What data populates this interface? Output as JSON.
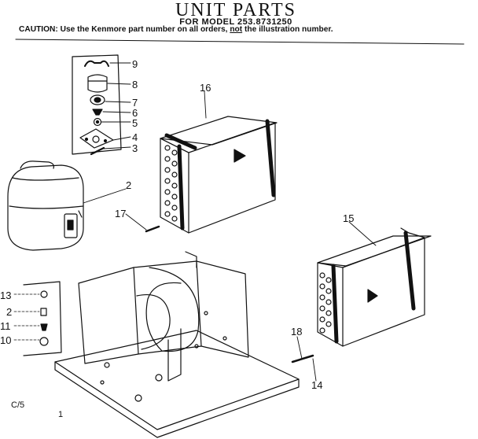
{
  "header": {
    "title": "UNIT PARTS",
    "subtitle": "FOR MODEL 253.8731250",
    "caution_prefix": "CAUTION: Use the Kenmore part number on all orders, ",
    "caution_emphasis": "not",
    "caution_suffix": " the illustration number."
  },
  "callouts": {
    "c9": "9",
    "c8": "8",
    "c7": "7",
    "c6": "6",
    "c5": "5",
    "c4": "4",
    "c3": "3",
    "c2": "2",
    "c16": "16",
    "c17": "17",
    "c15": "15",
    "c13": "13",
    "c12": "2",
    "c11": "11",
    "c10": "10",
    "c18": "18",
    "c14": "14"
  },
  "footer": {
    "code": "C/5",
    "mark": "1"
  },
  "colors": {
    "ink": "#111111",
    "background": "#ffffff"
  }
}
